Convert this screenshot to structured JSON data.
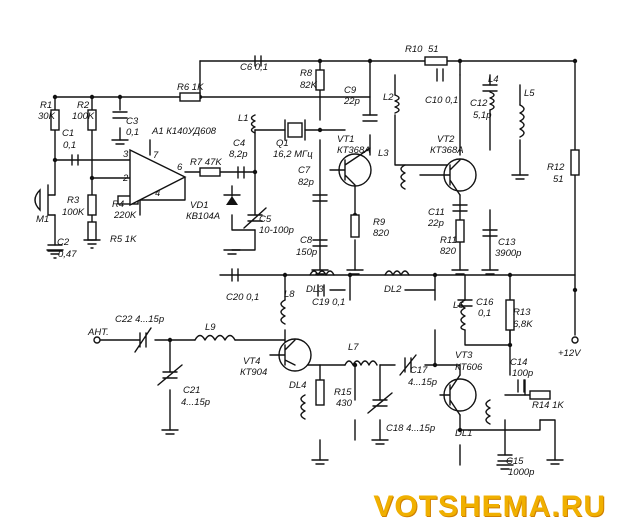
{
  "watermark": "VOTSHEMA.RU",
  "labels": {
    "R1": "R1",
    "R1v": "30K",
    "R2": "R2",
    "R2v": "100K",
    "C1": "C1",
    "C1v": "0,1",
    "C3": "C3",
    "C3v": "0,1",
    "R6": "R6 1K",
    "A1": "A1 К140УД608",
    "C6": "C6 0,1",
    "R8": "R8",
    "R8v": "82K",
    "C9": "C9",
    "C9v": "22p",
    "R10": "R10",
    "R10v": "51",
    "C10": "C10 0,1",
    "L4": "L4",
    "L5": "L5",
    "C12": "C12",
    "C12v": "5,1p",
    "L1": "L1",
    "L2": "L2",
    "Q1": "Q1",
    "Q1v": "16,2 МГц",
    "C4": "C4",
    "C4v": "8,2p",
    "VT1": "VT1",
    "VT1t": "КТ368А",
    "VT2": "VT2",
    "VT2t": "КТ368А",
    "L3": "L3",
    "R12": "R12",
    "R12v": "51",
    "pin3": "3",
    "pin2": "2",
    "pin7": "7",
    "pin6": "6",
    "pin4": "4",
    "R7": "R7 47K",
    "C7": "C7",
    "C7v": "82p",
    "M1": "M1",
    "R3": "R3",
    "R3v": "100K",
    "R4": "R4",
    "R4v": "220K",
    "VD1": "VD1",
    "VD1t": "КВ104А",
    "C5": "C5",
    "C5v": "10-100p",
    "R9": "R9",
    "R9v": "820",
    "C11": "C11",
    "C11v": "22p",
    "R11": "R11",
    "R11v": "820",
    "C13": "C13",
    "C13v": "3900p",
    "C2": "C2",
    "C2v": "0,47",
    "R5": "R5 1K",
    "C8": "C8",
    "C8v": "150p",
    "DL3": "DL3",
    "DL2": "DL2",
    "C20": "C20 0,1",
    "L8": "L8",
    "C19": "C19 0,1",
    "L6": "L6",
    "C16": "C16",
    "C16v": "0,1",
    "R13": "R13",
    "R13v": "6,8K",
    "C22": "C22 4...15p",
    "ANT": "АНТ.",
    "L9": "L9",
    "VT4": "VT4",
    "VT4t": "КТ904",
    "L7": "L7",
    "VT3": "VT3",
    "VT3t": "КТ606",
    "C14": "C14",
    "C14v": "100p",
    "V12": "+12V",
    "C21": "C21",
    "C21v": "4...15p",
    "DL4": "DL4",
    "R15": "R15",
    "R15v": "430",
    "C17": "C17",
    "C17v": "4...15p",
    "C18": "C18 4...15p",
    "DL1": "DL1",
    "R14": "R14 1K",
    "C15": "C15",
    "C15v": "1000p"
  }
}
